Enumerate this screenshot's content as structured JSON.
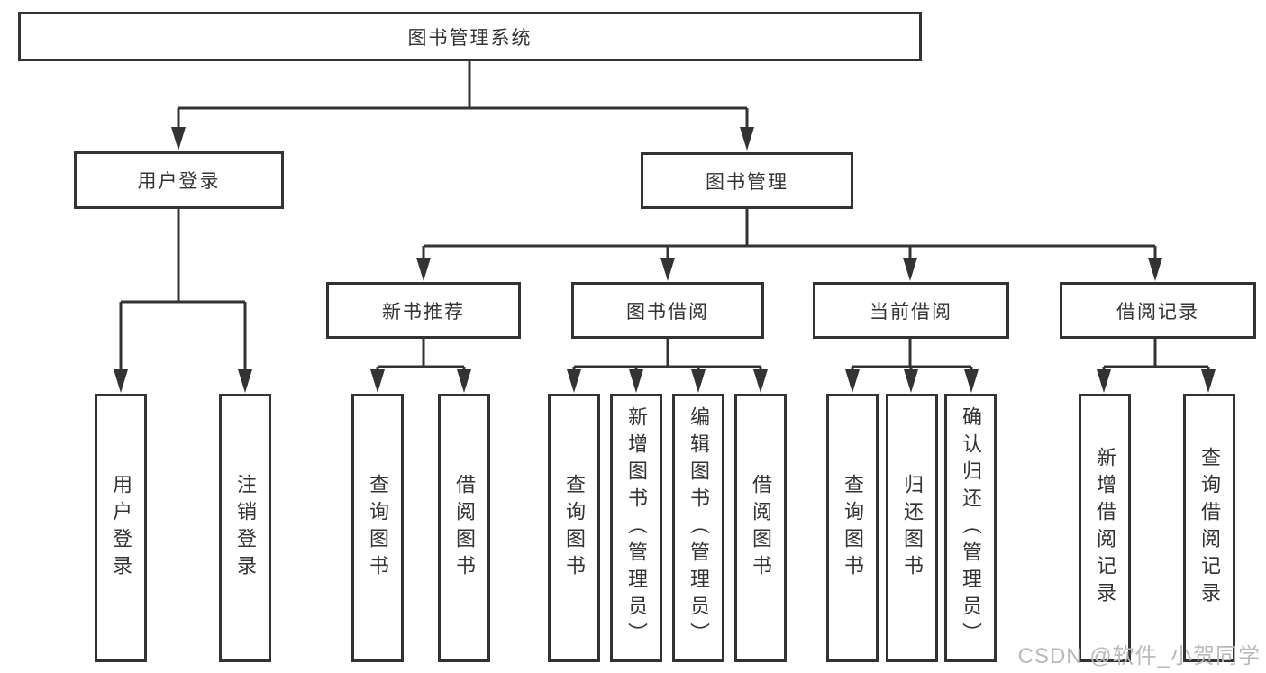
{
  "diagram": {
    "root": {
      "label": "图书管理系统",
      "children": [
        {
          "label": "用户登录",
          "children": [
            {
              "label": "用户登录"
            },
            {
              "label": "注销登录"
            }
          ]
        },
        {
          "label": "图书管理",
          "children": [
            {
              "label": "新书推荐",
              "children": [
                {
                  "label": "查询图书"
                },
                {
                  "label": "借阅图书"
                }
              ]
            },
            {
              "label": "图书借阅",
              "children": [
                {
                  "label": "查询图书"
                },
                {
                  "label": "新增图书（管理员）"
                },
                {
                  "label": "编辑图书（管理员）"
                },
                {
                  "label": "借阅图书"
                }
              ]
            },
            {
              "label": "当前借阅",
              "children": [
                {
                  "label": "查询图书"
                },
                {
                  "label": "归还图书"
                },
                {
                  "label": "确认归还（管理员）"
                }
              ]
            },
            {
              "label": "借阅记录",
              "children": [
                {
                  "label": "新增借阅记录"
                },
                {
                  "label": "查询借阅记录"
                }
              ]
            }
          ]
        }
      ]
    },
    "colors": {
      "line": "#333333",
      "text": "#333333",
      "background": "#ffffff",
      "watermark": "#b9b9b9"
    },
    "watermark": "CSDN @软件_小贺同学"
  }
}
